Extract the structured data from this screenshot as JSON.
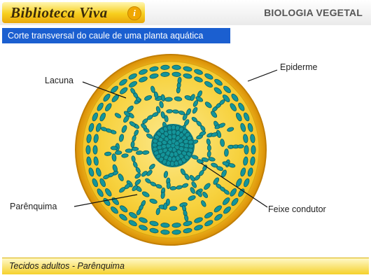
{
  "brand": {
    "name": "Biblioteca Viva",
    "info_icon": "i"
  },
  "section": "BIOLOGIA VEGETAL",
  "subtitle": "Corte transversal do caule de uma planta aquática",
  "labels": {
    "lacuna": "Lacuna",
    "epiderme": "Epiderme",
    "parenquima": "Parênquima",
    "feixe": "Feixe condutor"
  },
  "footer": "Tecidos adultos - Parênquima",
  "colors": {
    "cell": "#14959a",
    "cell_outline": "#0b5e63",
    "tissue": "#f6cf3a",
    "tissue_light": "#fbe88a",
    "rim": "#e9a60c",
    "subtitle_bg": "#1b5fd0"
  }
}
